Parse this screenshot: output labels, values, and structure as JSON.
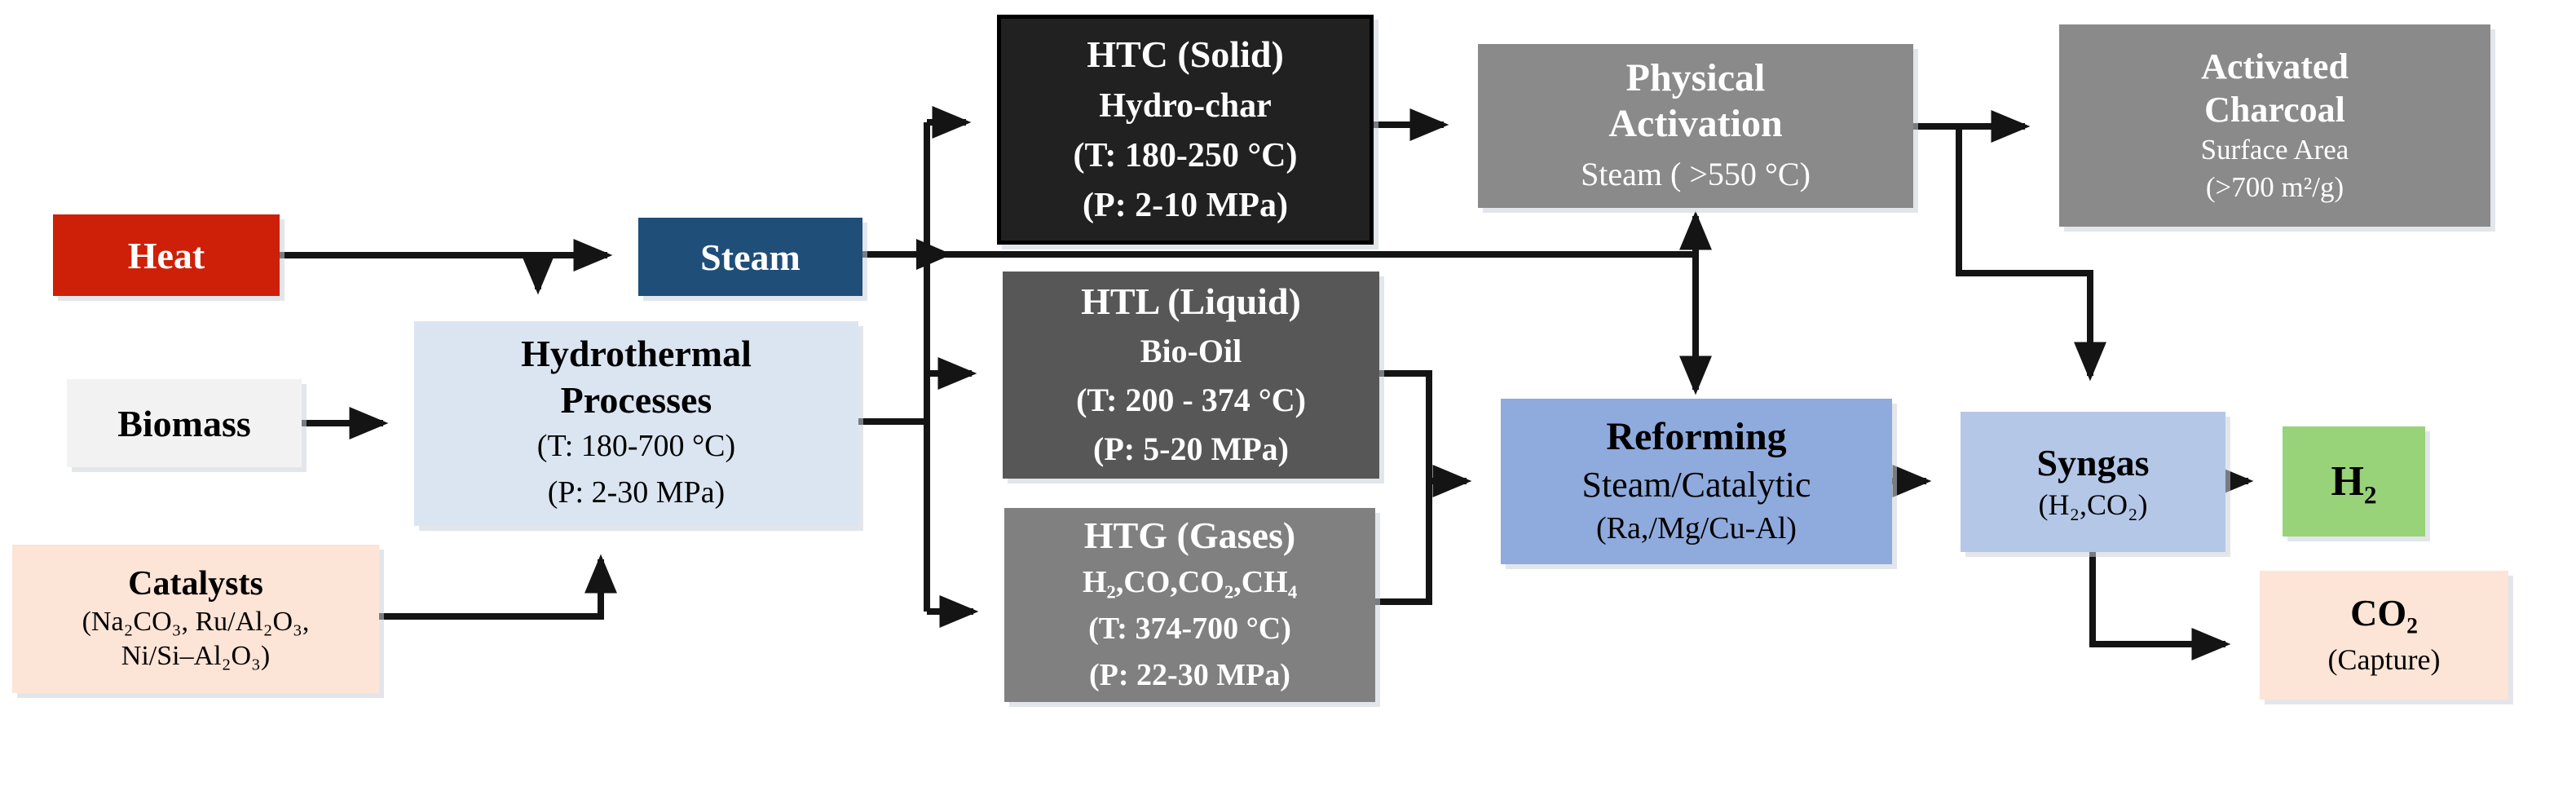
{
  "nodes": {
    "heat": {
      "label": "Heat"
    },
    "biomass": {
      "label": "Biomass"
    },
    "catalysts": {
      "title": "Catalysts",
      "line1": "(Na₂CO₃, Ru/Al₂O₃,",
      "line2": "Ni/Si–Al₂O₃)"
    },
    "steam": {
      "label": "Steam"
    },
    "hydrothermal": {
      "title1": "Hydrothermal",
      "title2": "Processes",
      "line1": "(T: 180-700 °C)",
      "line2": "(P: 2-30 MPa)"
    },
    "htc": {
      "title": "HTC (Solid)",
      "line1": "Hydro-char",
      "line2": "(T: 180-250 °C)",
      "line3": "(P: 2-10 MPa)"
    },
    "htl": {
      "title": "HTL (Liquid)",
      "line1": "Bio-Oil",
      "line2": "(T: 200 - 374 °C)",
      "line3": "(P: 5-20 MPa)"
    },
    "htg": {
      "title": "HTG (Gases)",
      "line1": "H₂,CO,CO₂,CH₄",
      "line2": "(T: 374-700 °C)",
      "line3": "(P: 22-30 MPa)"
    },
    "physical_activation": {
      "title1": "Physical",
      "title2": "Activation",
      "line1": "Steam ( >550 °C)"
    },
    "activated_charcoal": {
      "title1": "Activated",
      "title2": "Charcoal",
      "line1": "Surface Area",
      "line2": "(>700 m²/g)"
    },
    "reforming": {
      "title": "Reforming",
      "line1": "Steam/Catalytic",
      "line2": "(Ra,/Mg/Cu-Al)"
    },
    "syngas": {
      "title": "Syngas",
      "line1": "(H₂,CO₂)"
    },
    "h2": {
      "label": "H₂"
    },
    "co2": {
      "title": "CO₂",
      "line1": "(Capture)"
    }
  },
  "edges": [
    {
      "from": "Heat",
      "to": "Steam"
    },
    {
      "from": "Heat",
      "to": "Hydrothermal Processes"
    },
    {
      "from": "Biomass",
      "to": "Hydrothermal Processes"
    },
    {
      "from": "Catalysts",
      "to": "Hydrothermal Processes"
    },
    {
      "from": "Hydrothermal Processes",
      "to": "HTC (Solid)"
    },
    {
      "from": "Hydrothermal Processes",
      "to": "HTL (Liquid)"
    },
    {
      "from": "Hydrothermal Processes",
      "to": "HTG (Gases)"
    },
    {
      "from": "Steam",
      "to": "Physical Activation / Reforming"
    },
    {
      "from": "Physical Activation",
      "to": "Reforming",
      "style": "double-headed"
    },
    {
      "from": "HTC (Solid)",
      "to": "Physical Activation"
    },
    {
      "from": "Physical Activation",
      "to": "Activated Charcoal"
    },
    {
      "from": "Physical Activation",
      "to": "Syngas"
    },
    {
      "from": "HTL (Liquid)",
      "to": "Reforming"
    },
    {
      "from": "HTG (Gases)",
      "to": "Reforming"
    },
    {
      "from": "Reforming",
      "to": "Syngas"
    },
    {
      "from": "Syngas",
      "to": "H₂"
    },
    {
      "from": "Syngas",
      "to": "CO₂ (Capture)"
    }
  ],
  "colors": {
    "heat_red": "#ce2008",
    "biomass_gray": "#f2f2f2",
    "peach": "#fce4d6",
    "steam_dark_blue": "#1f4e79",
    "hydrothermal_light_blue": "#dbe5f1",
    "htc_black": "#212121",
    "htl_dark_gray": "#575757",
    "htg_gray": "#808080",
    "activation_gray": "#8a8a8a",
    "reforming_blue": "#8faadc",
    "syngas_light_blue": "#b4c7e7",
    "h2_green": "#98d379",
    "arrow_black": "#141414"
  }
}
